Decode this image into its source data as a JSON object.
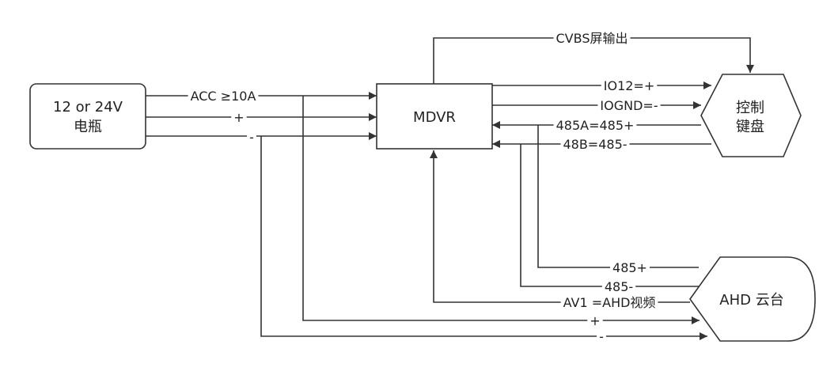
{
  "nodes": {
    "battery": {
      "line1": "12 or 24V",
      "line2": "电瓶"
    },
    "mdvr": {
      "label": "MDVR"
    },
    "keyboard": {
      "line1": "控制",
      "line2": "键盘"
    },
    "ahd": {
      "label": "AHD 云台"
    }
  },
  "edges": {
    "cvbs": "CVBS屏输出",
    "acc": "ACC ≥10A",
    "plus_main": "+",
    "minus_main": "-",
    "io12": "IO12=+",
    "iognd": "IOGND=-",
    "rs485a": "485A=485+",
    "rs485b": "48B=485-",
    "ahd_485p": "485+",
    "ahd_485m": "485-",
    "av1": "AV1 =AHD视频",
    "ahd_plus": "+",
    "ahd_minus": "-"
  },
  "colors": {
    "line": "#333333",
    "text": "#222222"
  }
}
